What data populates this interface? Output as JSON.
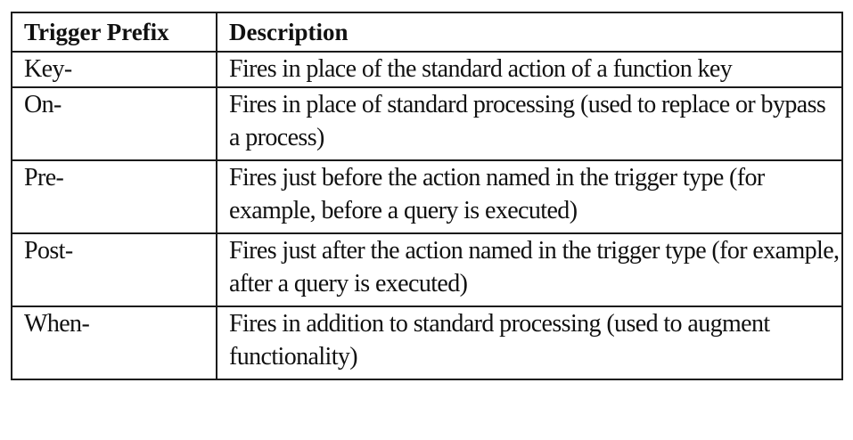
{
  "table": {
    "headers": [
      "Trigger Prefix",
      "Description"
    ],
    "rows": [
      {
        "prefix": "Key-",
        "description": "Fires in place of the standard action of a function key"
      },
      {
        "prefix": "On-",
        "description": "Fires in place of standard processing (used to replace or bypass a process)"
      },
      {
        "prefix": "Pre-",
        "description": "Fires just before the action named in the trigger type (for example, before a query is executed)"
      },
      {
        "prefix": "Post-",
        "description": "Fires just after the action named in the trigger type (for example, after a query is executed)"
      },
      {
        "prefix": "When-",
        "description": "Fires in addition to standard processing (used to augment functionality)"
      }
    ]
  }
}
